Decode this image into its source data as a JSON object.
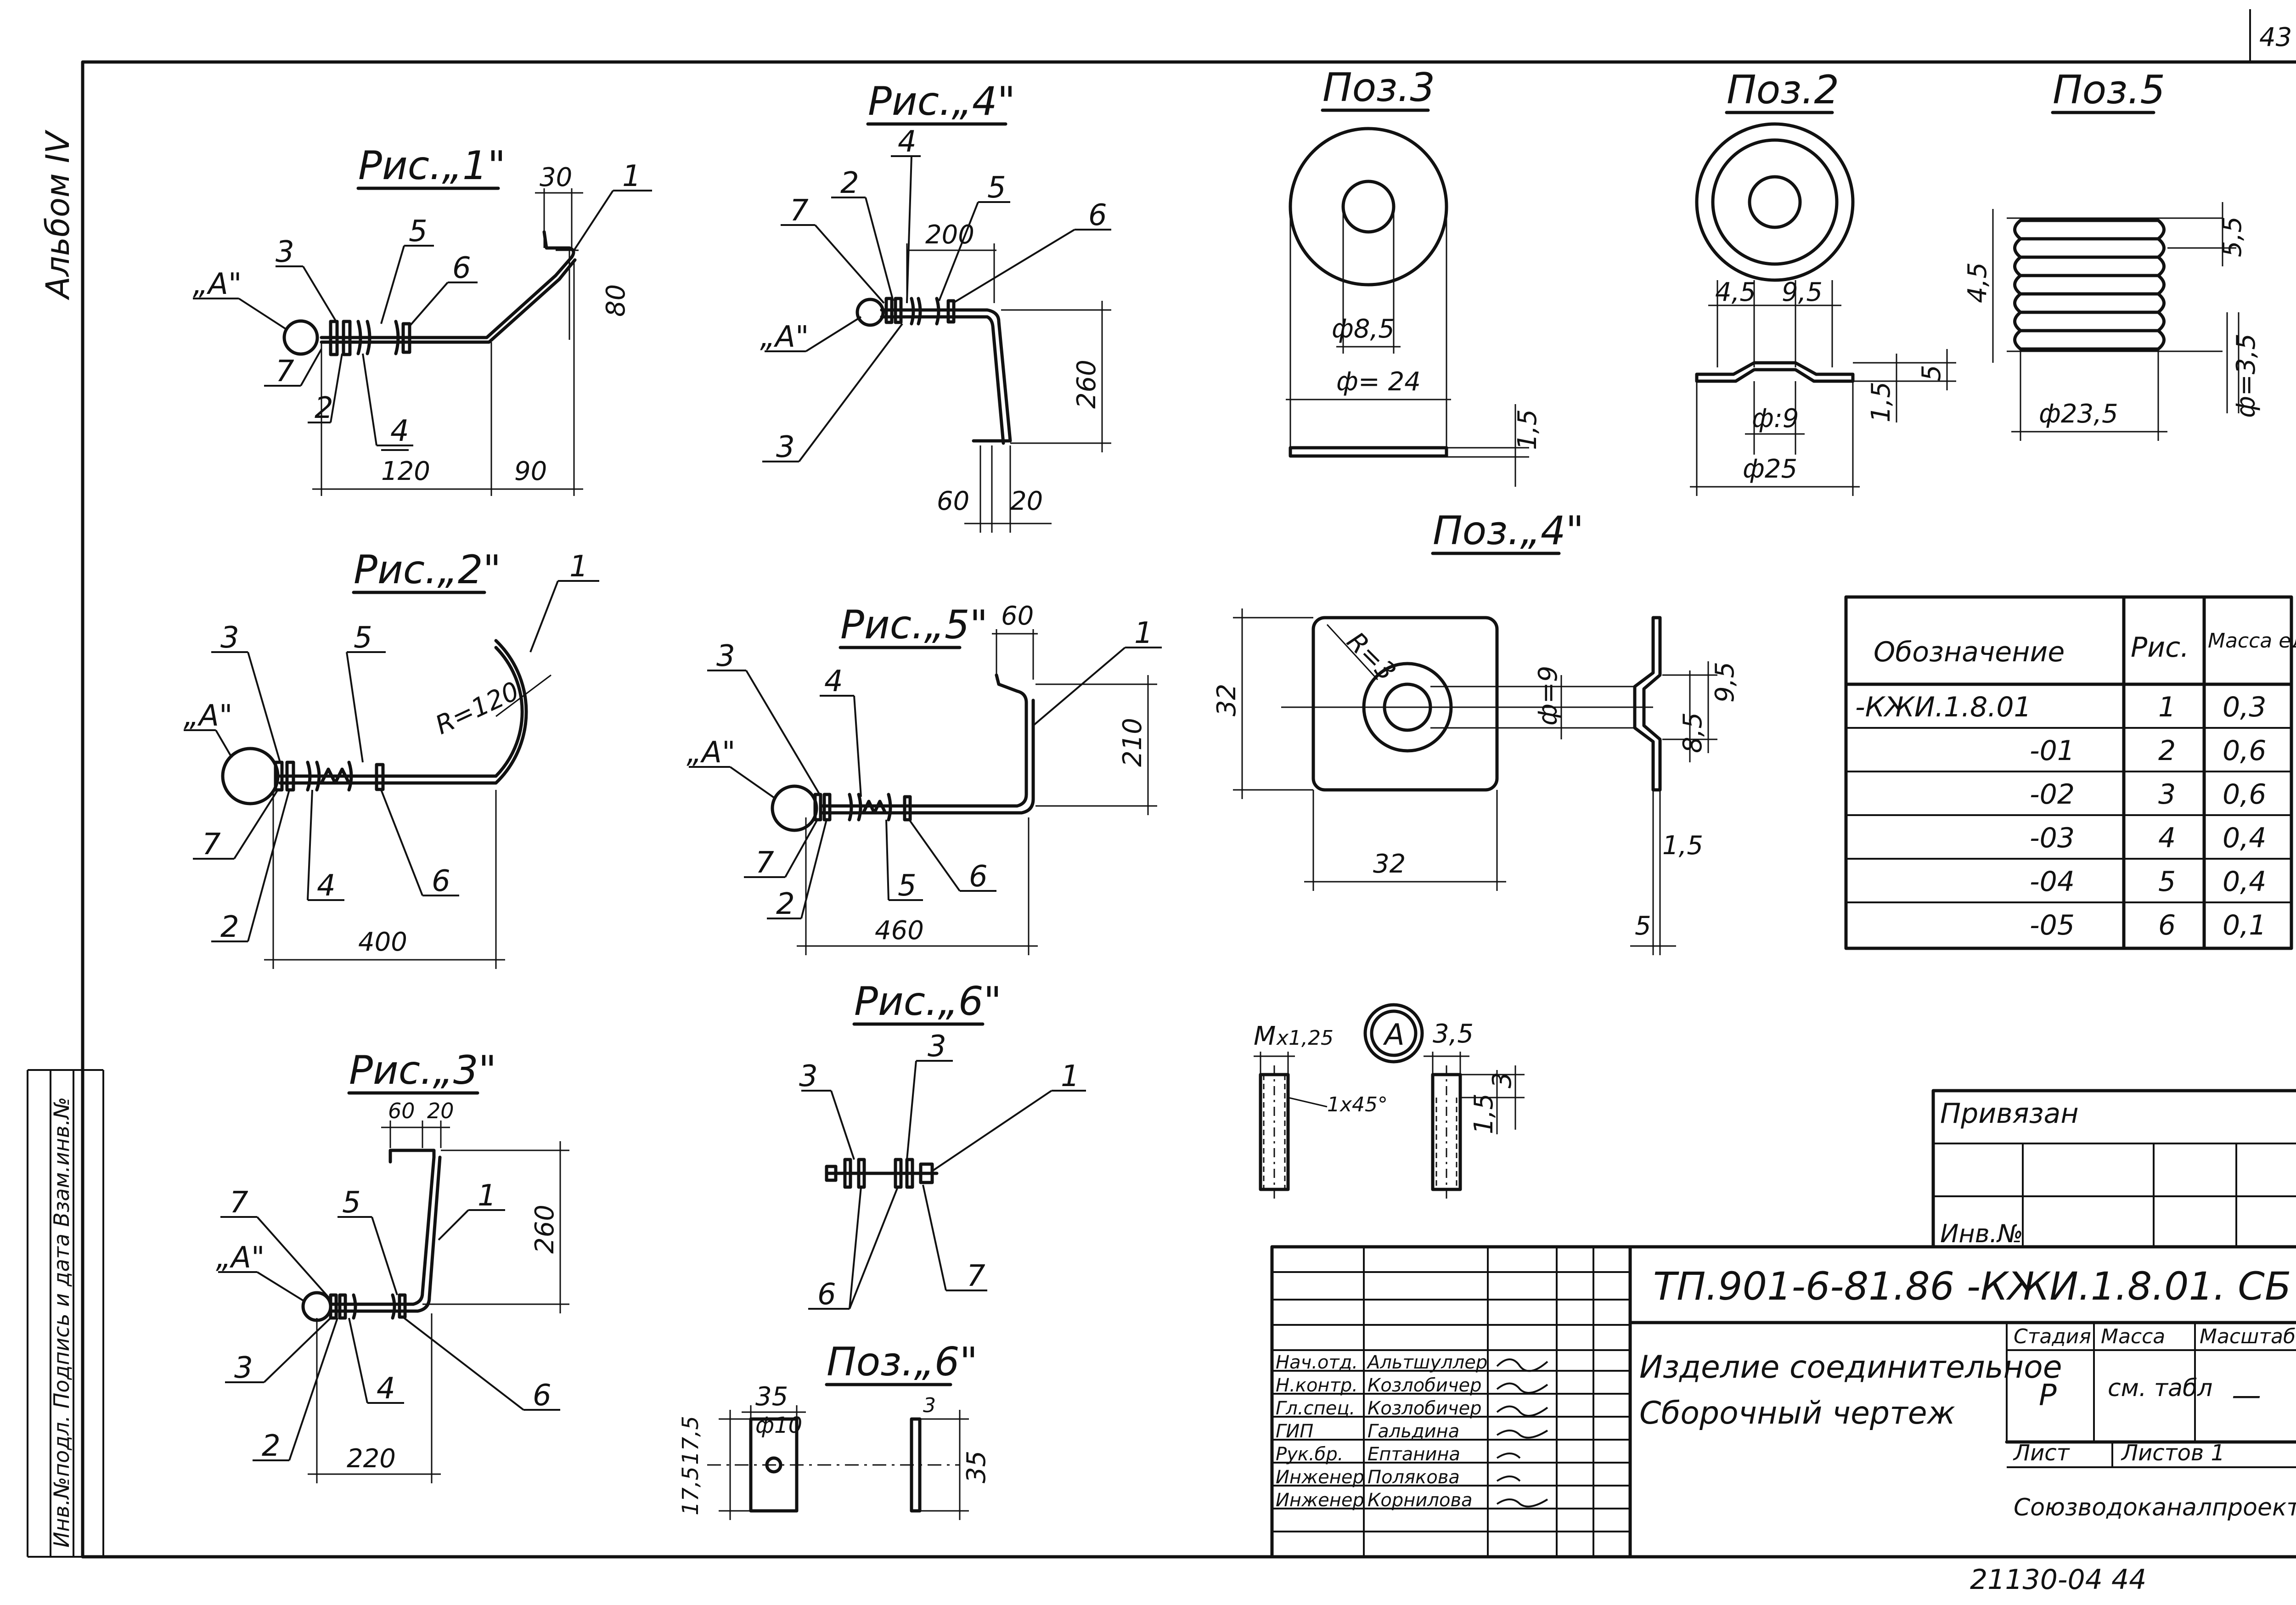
{
  "sheet_number": "43",
  "album_label": "Альбом IV",
  "left_stamp": "Инв.№подл. Подпись и дата Взам.инв.№",
  "figures": {
    "fig1": {
      "title": "Рис.„1\"",
      "A": "„А\"",
      "dims": [
        "30",
        "80",
        "120",
        "90"
      ],
      "leaders": [
        "1",
        "3",
        "5",
        "6",
        "7",
        "2",
        "4"
      ]
    },
    "fig4": {
      "title": "Рис.„4\"",
      "A": "„А\"",
      "dims": [
        "200",
        "260",
        "60",
        "20"
      ],
      "leaders": [
        "4",
        "2",
        "7",
        "5",
        "6",
        "3"
      ]
    },
    "fig2": {
      "title": "Рис.„2\"",
      "A": "„А\"",
      "dims": [
        "R=120",
        "400"
      ],
      "leaders": [
        "1",
        "3",
        "5",
        "7",
        "4",
        "6",
        "2"
      ]
    },
    "fig5": {
      "title": "Рис.„5\"",
      "A": "„А\"",
      "dims": [
        "60",
        "210",
        "460"
      ],
      "leaders": [
        "1",
        "3",
        "4",
        "7",
        "5",
        "6",
        "2"
      ]
    },
    "fig3": {
      "title": "Рис.„3\"",
      "A": "„А\"",
      "dims": [
        "60",
        "20",
        "260",
        "220"
      ],
      "leaders": [
        "7",
        "5",
        "1",
        "3",
        "4",
        "6",
        "2"
      ]
    },
    "fig6": {
      "title": "Рис.„6\"",
      "leaders": [
        "3",
        "3",
        "1",
        "6",
        "7"
      ]
    }
  },
  "positions": {
    "poz3": {
      "title": "Поз.3",
      "dims": [
        "ф8,5",
        "ф= 24",
        "1,5"
      ]
    },
    "poz2": {
      "title": "Поз.2",
      "dims": [
        "4,5",
        "9,5",
        "5",
        "1,5",
        "ф:9",
        "ф25"
      ]
    },
    "poz5": {
      "title": "Поз.5",
      "dims": [
        "4,5",
        "5,5",
        "ф23,5",
        "ф=3,5"
      ]
    },
    "poz4": {
      "title": "Поз.„4\"",
      "dims": [
        "R=3",
        "32",
        "ф=9",
        "9,5",
        "8,5",
        "32",
        "1,5",
        "5"
      ]
    },
    "poz6": {
      "title": "Поз.„6\"",
      "dims": [
        "35",
        "ф10",
        "3",
        "17,5",
        "17,5",
        "35"
      ]
    },
    "detailA": {
      "title": "А",
      "dims": [
        "М",
        "х1,25",
        "3,5",
        "1х45°",
        "3",
        "1,5"
      ]
    }
  },
  "spec_table": {
    "headers": [
      "Обозначение",
      "Рис.",
      "Масса ед.кг"
    ],
    "rows": [
      [
        "-КЖИ.1.8.01",
        "1",
        "0,3"
      ],
      [
        "-01",
        "2",
        "0,6"
      ],
      [
        "-02",
        "3",
        "0,6"
      ],
      [
        "-03",
        "4",
        "0,4"
      ],
      [
        "-04",
        "5",
        "0,4"
      ],
      [
        "-05",
        "6",
        "0,1"
      ]
    ]
  },
  "title_block": {
    "privyazan": "Привязан",
    "inv_no": "Инв.№",
    "code": "ТП.901-6-81.86 -КЖИ.1.8.01. СБ",
    "name_line1": "Изделие соединительное",
    "name_line2": "Сборочный чертеж",
    "stage_h": "Стадия",
    "mass_h": "Масса",
    "scale_h": "Масштаб",
    "stage": "Р",
    "mass": "см. табл",
    "scale": "—",
    "sheet_h": "Лист",
    "sheets_h": "Листов 1",
    "org": "Союзводоканалпроект",
    "roles": [
      [
        "Нач.отд.",
        "Альтшуллер"
      ],
      [
        "Н.контр.",
        "Козлобичер"
      ],
      [
        "Гл.спец.",
        "Козлобичер"
      ],
      [
        "ГИП",
        "Гальдина"
      ],
      [
        "Рук.бр.",
        "Ептанина"
      ],
      [
        "Инженер",
        "Полякова"
      ],
      [
        "Инженер",
        "Корнилова"
      ]
    ]
  },
  "footer_code": "21130-04 44"
}
